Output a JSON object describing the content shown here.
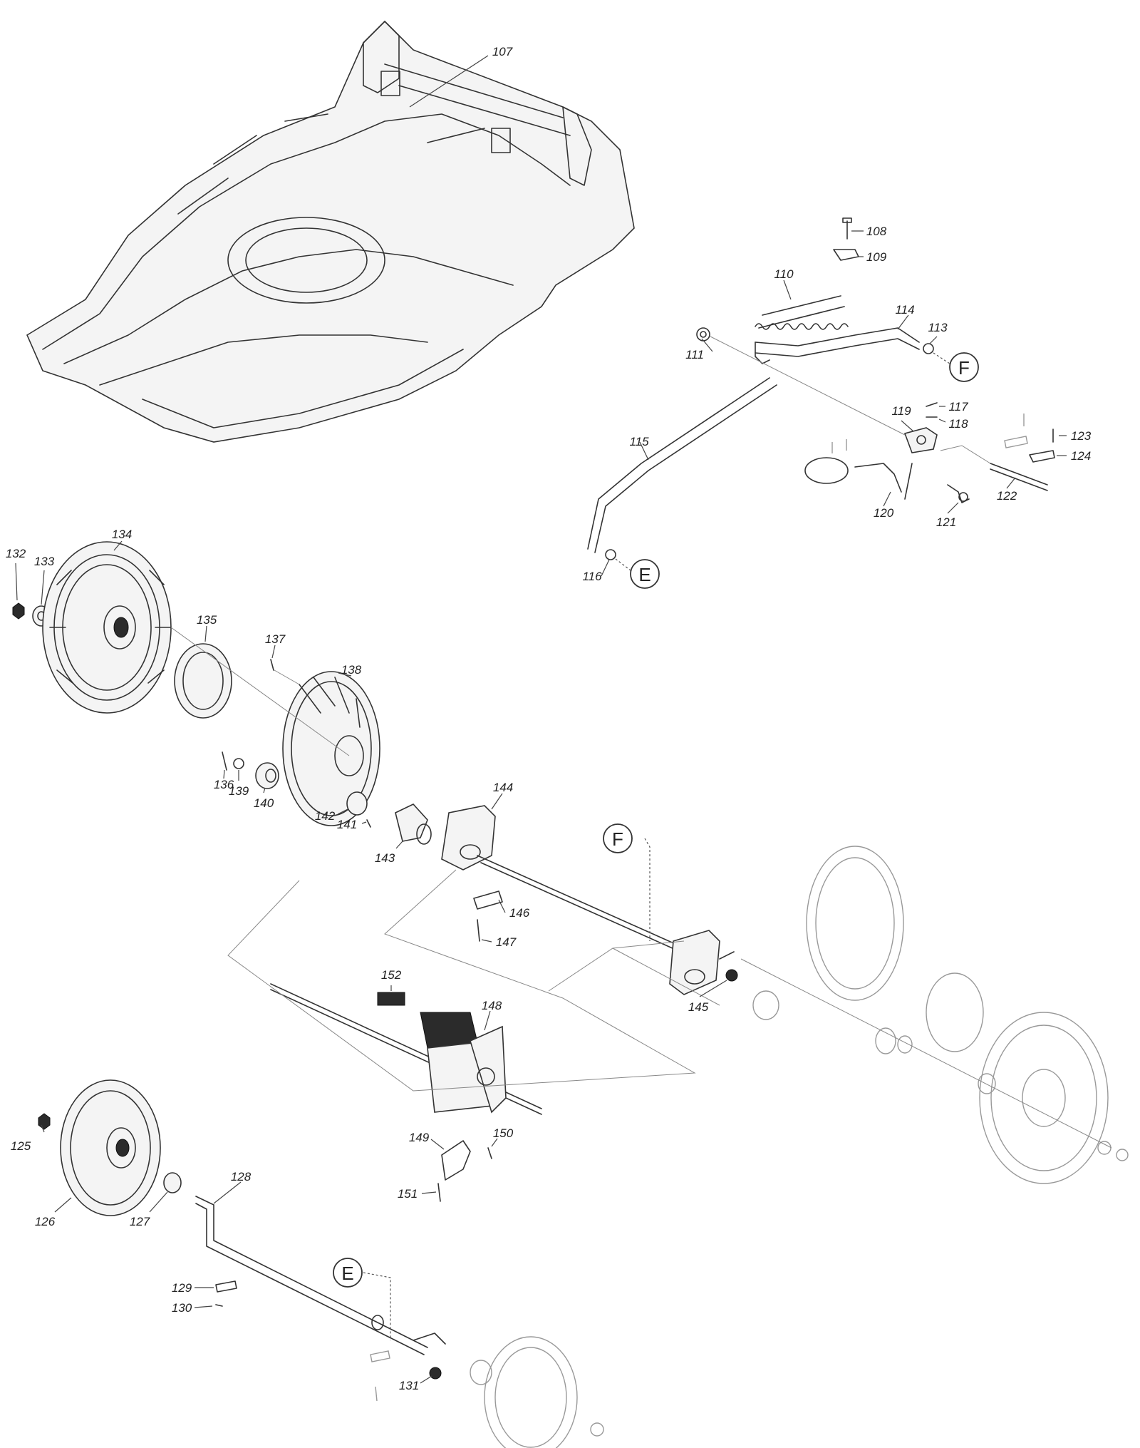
{
  "callouts": [
    "F",
    "E",
    "F",
    "E"
  ],
  "parts": [
    "107",
    "108",
    "109",
    "110",
    "111",
    "113",
    "114",
    "115",
    "116",
    "117",
    "118",
    "119",
    "120",
    "121",
    "122",
    "123",
    "124",
    "125",
    "126",
    "127",
    "128",
    "129",
    "130",
    "131",
    "132",
    "133",
    "134",
    "135",
    "136",
    "137",
    "138",
    "139",
    "140",
    "141",
    "142",
    "143",
    "144",
    "145",
    "146",
    "147",
    "148",
    "149",
    "150",
    "151",
    "152"
  ]
}
